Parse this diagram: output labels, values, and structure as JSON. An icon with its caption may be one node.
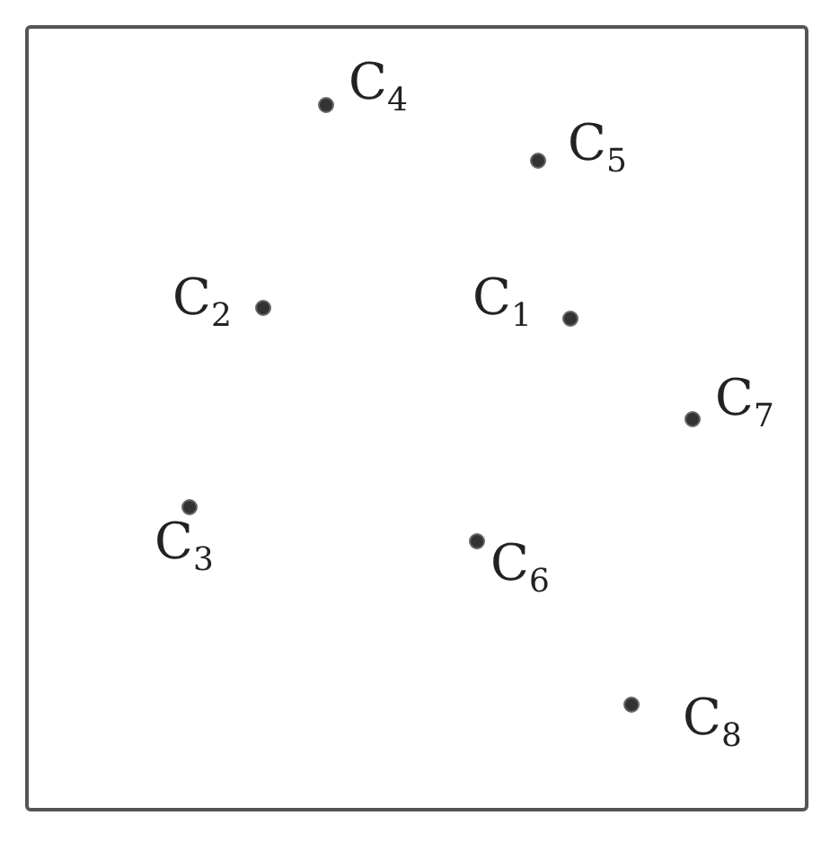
{
  "diagram": {
    "labels": [
      "C$_{4}$",
      "C$_{5}$",
      "C$_{2}$",
      "C$_{1}$",
      "C$_{7}$",
      "C$_{3}$",
      "C$_{6}$",
      "C$_{8}$"
    ]
  }
}
